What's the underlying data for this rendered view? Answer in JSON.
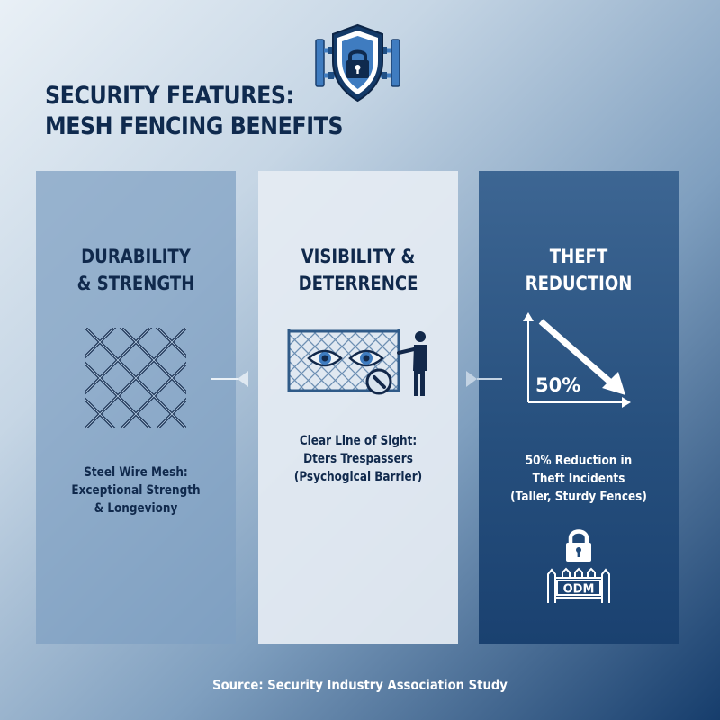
{
  "header": {
    "title_line1": "SECURITY FEATURES:",
    "title_line2": "MESH FENCING BENEFITS"
  },
  "panels": [
    {
      "title_line1": "DURABILITY",
      "title_line2": "& STRENGTH",
      "icon": "chain-link-mesh-icon",
      "desc_lines": [
        "Steel Wire Mesh:",
        "Exceptional Strength",
        "& Longeviony"
      ]
    },
    {
      "title_line1": "VISIBILITY &",
      "title_line2": "DETERRENCE",
      "icon": "surveillance-fence-icon",
      "desc_lines": [
        "Clear Line of Sight:",
        "Dters Trespassers",
        "(Psychogical Barrier)"
      ]
    },
    {
      "title_line1": "THEFT",
      "title_line2": "REDUCTION",
      "icon": "downward-trend-chart-icon",
      "chart_label": "50%",
      "desc_lines": [
        "50% Reduction in",
        "Theft Incidents",
        "(Taller, Sturdy Fences)"
      ],
      "badge_text": "ODM"
    }
  ],
  "footer": {
    "source": "Source: Security Industry Association Study"
  },
  "colors": {
    "navy": "#0f2a4e",
    "deep_blue": "#1a4170",
    "accent_blue": "#3f7cc0",
    "white": "#ffffff"
  }
}
